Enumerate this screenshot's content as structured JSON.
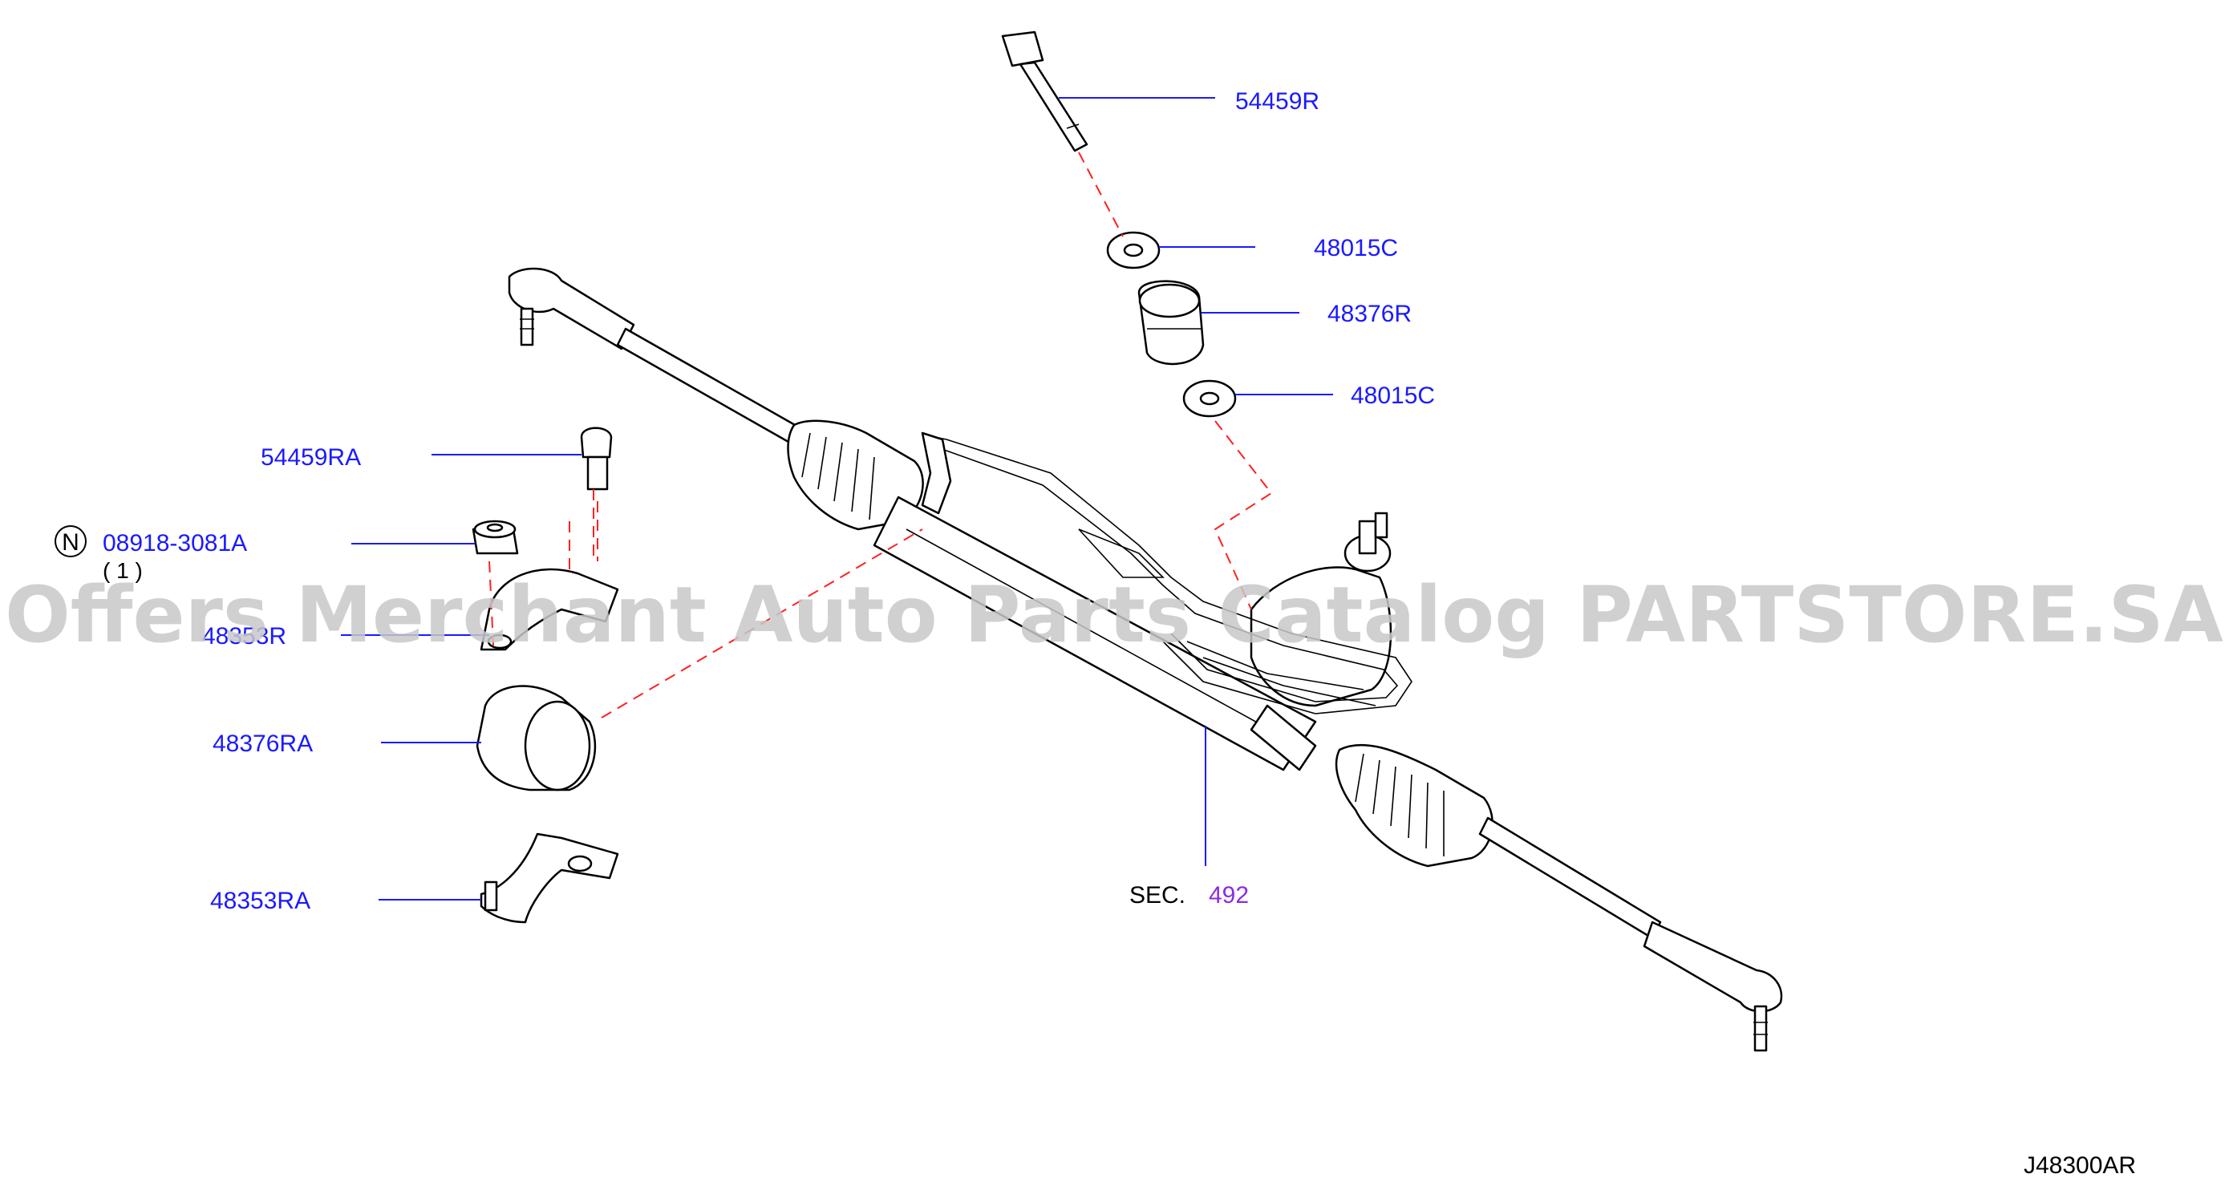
{
  "diagram_id": "J48300AR",
  "watermark": "Offers Merchant Auto Parts Catalog PARTSTORE.SA",
  "section_ref": {
    "prefix": "SEC.",
    "number": "492"
  },
  "callouts": [
    {
      "part": "54459R"
    },
    {
      "part": "48015C"
    },
    {
      "part": "48376R"
    },
    {
      "part": "48015C"
    },
    {
      "part": "54459RA"
    },
    {
      "part": "08918-3081A",
      "badge": "N",
      "quantity": "( 1 )"
    },
    {
      "part": "48353R"
    },
    {
      "part": "48376RA"
    },
    {
      "part": "48353RA"
    }
  ],
  "colors": {
    "label": "#1a1aff",
    "reference": "#8a2be2",
    "dashed_line": "#ff2020",
    "watermark": "#c8c8c8"
  }
}
